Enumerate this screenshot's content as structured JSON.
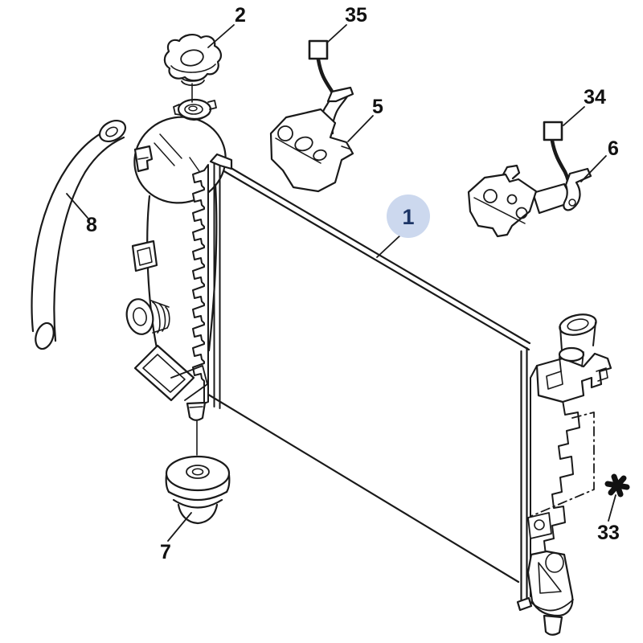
{
  "diagram": {
    "type": "exploded-parts-diagram",
    "background": "#ffffff",
    "line_color": "#1a1a1a",
    "highlight": {
      "fill": "#ccd8ee",
      "text_color": "#1d3566"
    },
    "callouts": [
      {
        "label": "1",
        "part": "radiator",
        "marker": "highlighted-circle"
      },
      {
        "label": "2",
        "part": "pressure-cap",
        "marker": "plain"
      },
      {
        "label": "5",
        "part": "upper-bracket-left",
        "marker": "plain"
      },
      {
        "label": "6",
        "part": "upper-bracket-right",
        "marker": "plain"
      },
      {
        "label": "7",
        "part": "lower-mounting-pad",
        "marker": "plain"
      },
      {
        "label": "8",
        "part": "hose",
        "marker": "plain"
      },
      {
        "label": "33",
        "part": "fixing-point",
        "marker": "asterisk"
      },
      {
        "label": "34",
        "part": "clip-right",
        "marker": "square"
      },
      {
        "label": "35",
        "part": "clip-left",
        "marker": "square"
      }
    ]
  }
}
